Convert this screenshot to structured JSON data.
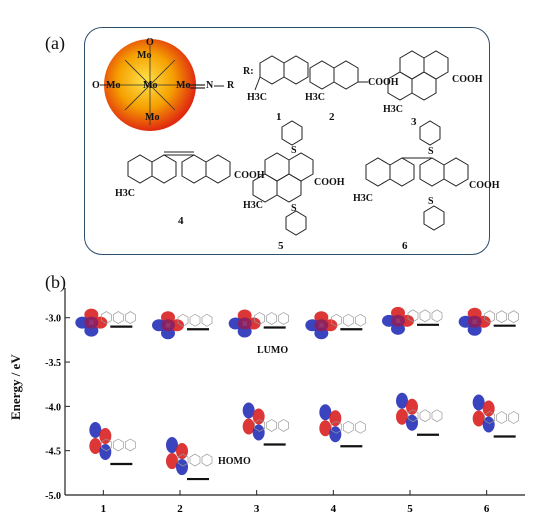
{
  "panels": {
    "a_label": "(a)",
    "b_label": "(b)"
  },
  "molecule_labels": {
    "cluster_atom": "Mo",
    "oxygen": "O",
    "nitrogen": "N",
    "r_left": "R:",
    "r_right": "R",
    "methyl": "H3C",
    "carboxyl": "COOH",
    "sulfur": "S",
    "compounds": [
      "1",
      "2",
      "3",
      "4",
      "5",
      "6"
    ]
  },
  "chart_data": {
    "type": "scatter",
    "title": "",
    "xlabel": "",
    "ylabel": "Energy / eV",
    "categories": [
      "1",
      "2",
      "3",
      "4",
      "5",
      "6"
    ],
    "ylim": [
      -5.0,
      -2.8
    ],
    "yticks": [
      "-3.0",
      "-3.5",
      "-4.0",
      "-4.5",
      "-5.0"
    ],
    "series": [
      {
        "name": "LUMO",
        "values": [
          -3.1,
          -3.13,
          -3.11,
          -3.13,
          -3.08,
          -3.09
        ]
      },
      {
        "name": "HOMO",
        "values": [
          -4.65,
          -4.82,
          -4.43,
          -4.45,
          -4.32,
          -4.34
        ]
      }
    ],
    "annotations": [
      "LUMO",
      "HOMO"
    ]
  }
}
